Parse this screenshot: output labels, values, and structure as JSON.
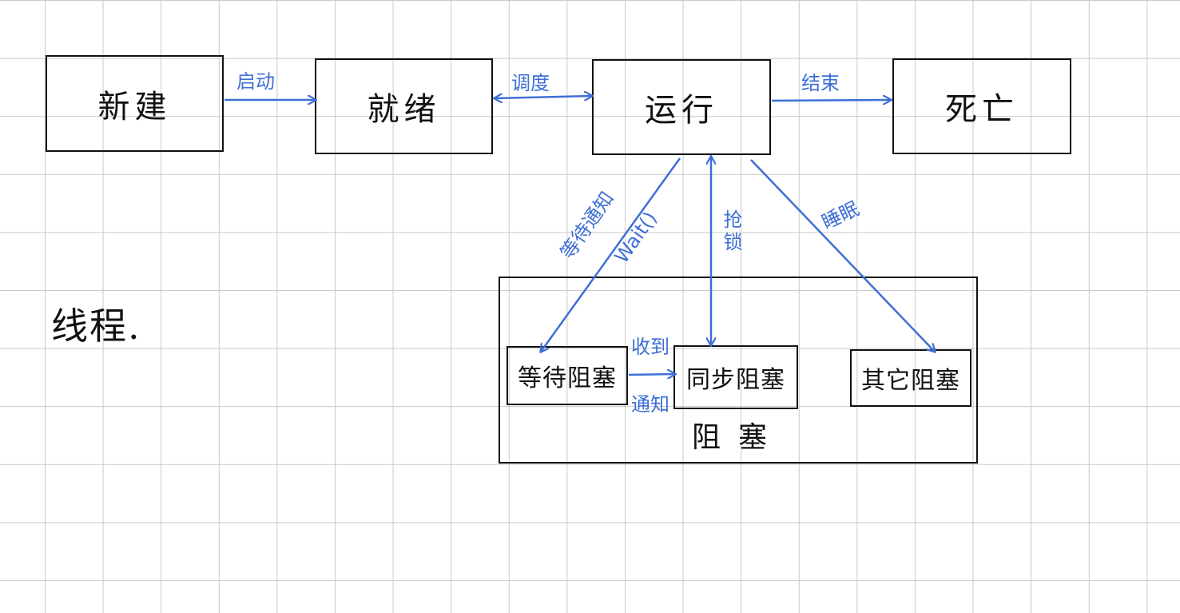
{
  "title": "线程.",
  "states": {
    "new": "新建",
    "ready": "就绪",
    "running": "运行",
    "dead": "死亡"
  },
  "blocked": {
    "label": "阻塞",
    "waiting": "等待阻塞",
    "sync": "同步阻塞",
    "other": "其它阻塞"
  },
  "edges": {
    "start": "启动",
    "schedule": "调度",
    "finish": "结束",
    "wait_notify": "等待通知",
    "wait_call": "Wait()",
    "grab_lock": "抢锁",
    "sleep": "睡眠",
    "received": "收到",
    "notify": "通知"
  },
  "colors": {
    "ink": "#111111",
    "arrow": "#3e6fd6",
    "grid": "#c9c9c9"
  }
}
